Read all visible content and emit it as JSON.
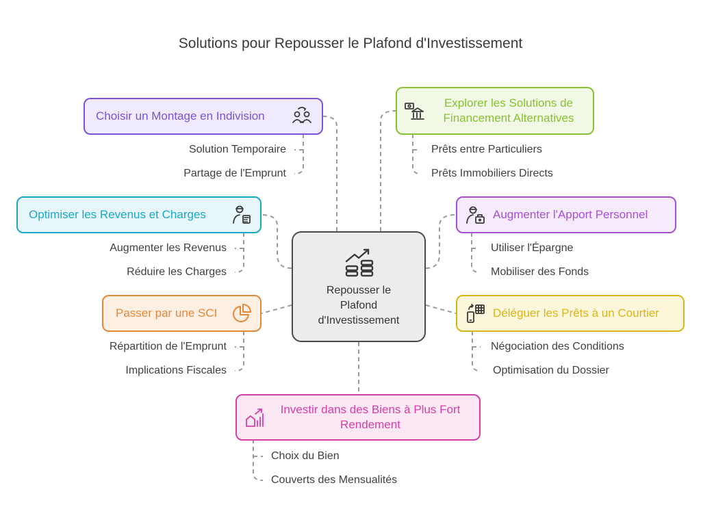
{
  "title": "Solutions pour Repousser le Plafond d'Investissement",
  "center": {
    "label_lines": [
      "Repousser le",
      "Plafond",
      "d'Investissement"
    ],
    "icon": "rising-chart-coins-icon"
  },
  "colors": {
    "purple": "#7b52d9",
    "green": "#86c232",
    "cyan": "#1aa8c8",
    "violet": "#a64fd6",
    "orange": "#e6873a",
    "yellow": "#d9b51a",
    "pink": "#d83ea8"
  },
  "branches": {
    "indivision": {
      "label": "Choisir un Montage en Indivision",
      "icon": "people-money-icon",
      "subs": [
        "Solution Temporaire",
        "Partage de l'Emprunt"
      ]
    },
    "financement": {
      "label_lines": [
        "Explorer les Solutions de",
        "Financement Alternatives"
      ],
      "icon": "bank-money-icon",
      "subs": [
        "Prêts entre Particuliers",
        "Prêts Immobiliers Directs"
      ]
    },
    "revenus": {
      "label": "Optimiser les Revenus et Charges",
      "icon": "person-calculator-icon",
      "subs": [
        "Augmenter les Revenus",
        "Réduire les Charges"
      ]
    },
    "apport": {
      "label": "Augmenter l'Apport Personnel",
      "icon": "person-wallet-icon",
      "subs": [
        "Utiliser l'Épargne",
        "Mobiliser des Fonds"
      ]
    },
    "sci": {
      "label": "Passer par une SCI",
      "icon": "pie-chart-icon",
      "subs": [
        "Répartition de l'Emprunt",
        "Implications Fiscales"
      ]
    },
    "courtier": {
      "label": "Déléguer les Prêts à un Courtier",
      "icon": "phone-calculator-icon",
      "subs": [
        "Négociation des Conditions",
        "Optimisation du Dossier"
      ]
    },
    "rendement": {
      "label_lines": [
        "Investir dans des Biens à Plus Fort",
        "Rendement"
      ],
      "icon": "house-growth-icon",
      "subs": [
        "Choix du Bien",
        "Couverts des Mensualités"
      ]
    }
  }
}
